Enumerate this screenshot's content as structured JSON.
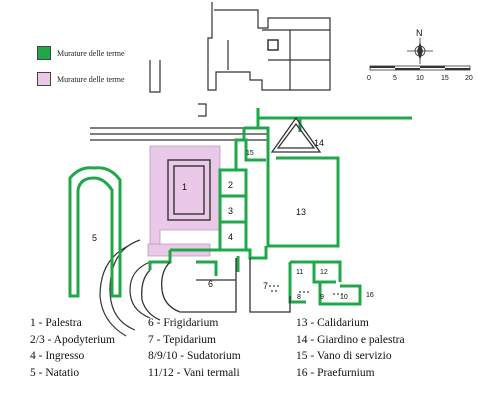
{
  "legend": [
    {
      "label": "Murature delle terme",
      "color": "#1fa84a"
    },
    {
      "label": "Murature delle terme",
      "color": "#e9c8e8"
    }
  ],
  "compass": {
    "north_label": "N",
    "icon": "compass-rose-icon"
  },
  "scale_bar": {
    "ticks": [
      "0",
      "5",
      "10",
      "15",
      "20"
    ]
  },
  "plan_labels": [
    "1",
    "2",
    "3",
    "4",
    "5",
    "6",
    "7",
    "8",
    "9",
    "10",
    "11",
    "12",
    "13",
    "14",
    "15",
    "16"
  ],
  "key": {
    "col1": [
      "1 - Palestra",
      "2/3 - Apodyterium",
      "4 - Ingresso",
      "5 - Natatio"
    ],
    "col2": [
      "6 - Frigidarium",
      "7 - Tepidarium",
      "8/9/10 - Sudatorium",
      "11/12 - Vani termali"
    ],
    "col3": [
      "13 - Calidarium",
      "14 - Giardino e palestra",
      "15 - Vano di servizio",
      "16 - Praefurnium"
    ]
  },
  "colors": {
    "green_wall": "#1fa84a",
    "pink_area": "#e9c8e8",
    "line": "#333333"
  }
}
